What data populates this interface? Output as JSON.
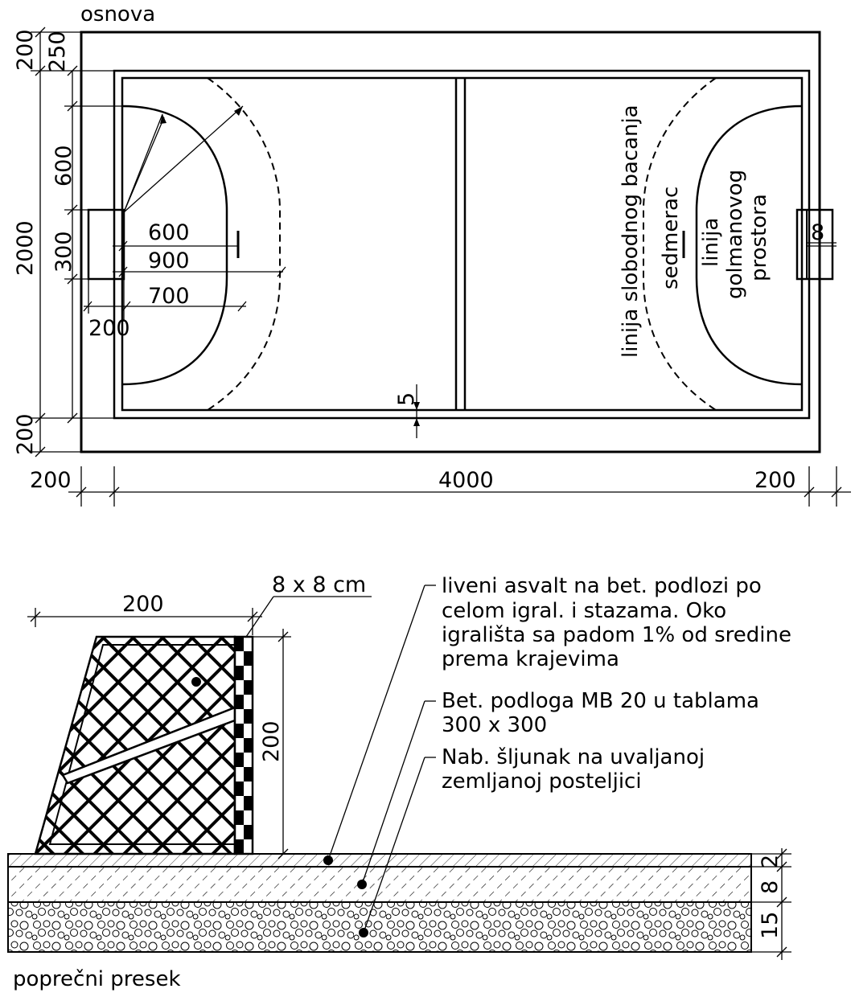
{
  "plan": {
    "title": "osnova",
    "labels": {
      "free_throw_line": "linija slobodnog bacanja",
      "seven_meter": "sedmerac",
      "goal_area_1": "linija",
      "goal_area_2": "golmanovog",
      "goal_area_3": "prostora"
    },
    "dimensions": {
      "left_top_200": "200",
      "left_250": "250",
      "left_600": "600",
      "left_2000": "2000",
      "left_300": "300",
      "left_bottom_200": "200",
      "inner_600": "600",
      "inner_900": "900",
      "inner_700": "700",
      "inner_200": "200",
      "line_5": "5",
      "goal_8": "8",
      "bottom_200_left": "200",
      "bottom_4000": "4000",
      "bottom_200_right": "200"
    }
  },
  "section": {
    "title": "poprečni presek",
    "post_size": "8 x 8 cm",
    "goal_width": "200",
    "goal_height": "200",
    "notes": {
      "asphalt_1": "liveni asvalt na bet. podlozi po",
      "asphalt_2": "celom igral. i stazama. Oko",
      "asphalt_3": "igrališta sa padom 1% od sredine",
      "asphalt_4": "prema krajevima",
      "concrete_1": "Bet. podloga MB 20 u tablama",
      "concrete_2": "300 x 300",
      "gravel_1": "Nab. šljunak na uvaljanoj",
      "gravel_2": "zemljanoj posteljici"
    },
    "layer_thickness": {
      "asphalt": "2",
      "concrete": "8",
      "gravel": "15"
    }
  }
}
